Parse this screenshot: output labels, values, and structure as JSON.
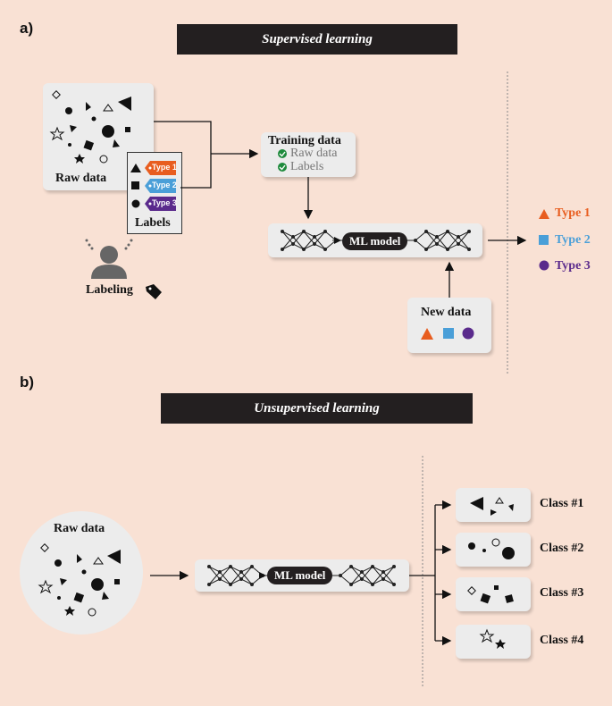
{
  "panel_a": {
    "label": "a)",
    "title": "Supervised learning",
    "raw_data": "Raw data",
    "labels_title": "Labels",
    "tags": [
      "Type 1",
      "Type 2",
      "Type 3"
    ],
    "labeling": "Labeling",
    "training_title": "Training data",
    "training_items": [
      "Raw data",
      "Labels"
    ],
    "model": "ML model",
    "new_data": "New data",
    "outputs": [
      {
        "label": "Type 1",
        "color": "#e85d1f",
        "shape": "triangle"
      },
      {
        "label": "Type 2",
        "color": "#4a9fd8",
        "shape": "square"
      },
      {
        "label": "Type 3",
        "color": "#5a2a8c",
        "shape": "circle"
      }
    ]
  },
  "panel_b": {
    "label": "b)",
    "title": "Unsupervised learning",
    "raw_data": "Raw data",
    "model": "ML model",
    "classes": [
      "Class #1",
      "Class #2",
      "Class #3",
      "Class #4"
    ]
  },
  "colors": {
    "background": "#f9e1d4",
    "box": "#ececec",
    "banner": "#231f20",
    "check": "#1e8a3c",
    "tag1": "#e85d1f",
    "tag2": "#4a9fd8",
    "tag3": "#5a2a8c"
  }
}
